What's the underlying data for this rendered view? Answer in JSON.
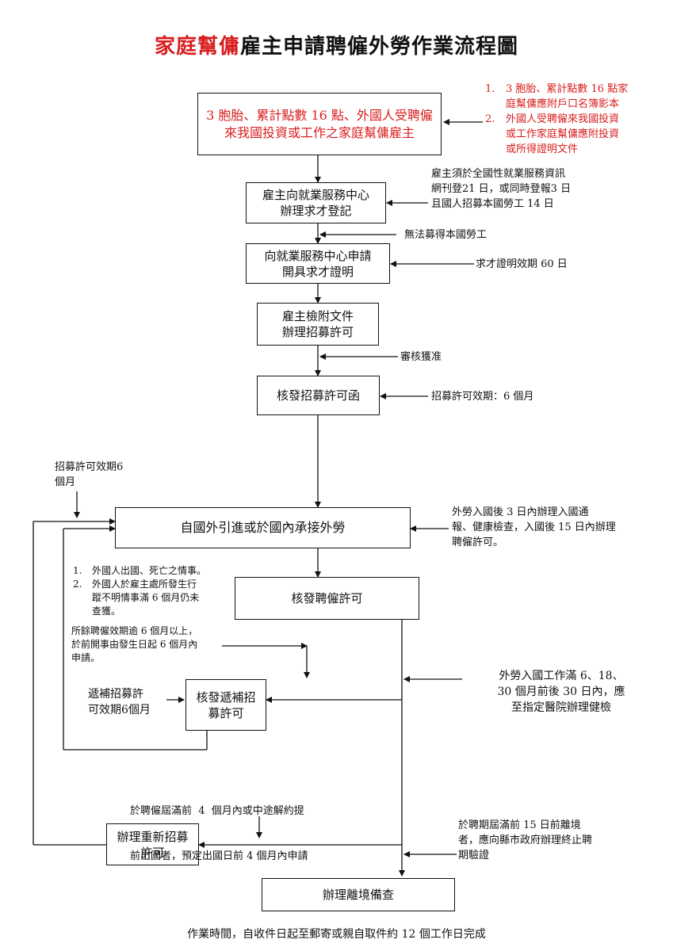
{
  "title": {
    "red_part": "家庭幫傭",
    "black_part": "雇主申請聘僱外勞作業流程圖"
  },
  "boxes": {
    "eligibility": [
      "3 胞胎、累計點數 16 點、外國人受聘僱",
      "來我國投資或工作之家庭幫傭雇主"
    ],
    "job_registration": [
      "雇主向就業服務中心",
      "辦理求才登記"
    ],
    "job_certificate": [
      "向就業服務中心申請",
      "開具求才證明"
    ],
    "recruit_permit_apply": [
      "雇主檢附文件",
      "辦理招募許可"
    ],
    "recruit_permit_issue": "核發招募許可函",
    "bring_in_worker": "自國外引進或於國內承接外勞",
    "employment_permit": "核發聘僱許可",
    "replacement_permit": [
      "核發遞補招",
      "募許可"
    ],
    "re_recruit_permit": [
      "辦理重新招募",
      "許可"
    ],
    "exit_report": "辦理離境備查"
  },
  "notes": {
    "documents": [
      {
        "num": "1.",
        "lines": [
          "3 胞胎、累計點數 16 點家",
          "庭幫傭應附戶口名簿影本"
        ]
      },
      {
        "num": "2.",
        "lines": [
          "外國人受聘僱來我國投資",
          "或工作家庭幫傭應附投資",
          "或所得證明文件"
        ]
      }
    ],
    "publish_requirement": [
      "雇主須於全國性就業服務資訊",
      "網刊登21 日，或同時登報3 日",
      "且國人招募本國勞工 14 日"
    ],
    "no_local_workers": "無法募得本國勞工",
    "certificate_validity": "求才證明效期 60 日",
    "approved": "審核獲准",
    "recruit_permit_validity": "招募許可效期：6 個月",
    "recruit_permit_validity_left": [
      "招募許可效期6",
      "個月"
    ],
    "entry_requirement": [
      "外勞入國後 3 日內辦理入國通",
      "報、健康檢查，入國後 15 日內辦理",
      "聘僱許可。"
    ],
    "replacement_conditions": [
      {
        "num": "1.",
        "lines": [
          "外國人出國、死亡之情事。"
        ]
      },
      {
        "num": "2.",
        "lines": [
          "外國人於雇主處所發生行",
          "蹤不明情事滿 6 個月仍未",
          "查獲。"
        ]
      }
    ],
    "remaining_period": [
      "所餘聘僱效期逾 6 個月以上，",
      "於前開事由發生日起 6 個月內",
      "申請。"
    ],
    "health_check": [
      "外勞入國工作滿 6、18、",
      "30 個月前後 30 日內，應",
      "至指定醫院辦理健檢"
    ],
    "replacement_validity": [
      "遞補招募許",
      "可效期6個月"
    ],
    "re_recruit_timing": [
      "於聘僱屆滿前  4  個月內或中途解約提",
      "前出國者，預定出國日前 4 個月內申請"
    ],
    "exit_timing": [
      "於聘期屆滿前 15 日前離境",
      "者，應向縣市政府辦理終止聘",
      "期驗證"
    ]
  },
  "footer": "作業時間，自收件日起至郵寄或親自取件約 12 個工作日完成",
  "colors": {
    "accent_red": "#d81e1e",
    "line": "#111111"
  }
}
